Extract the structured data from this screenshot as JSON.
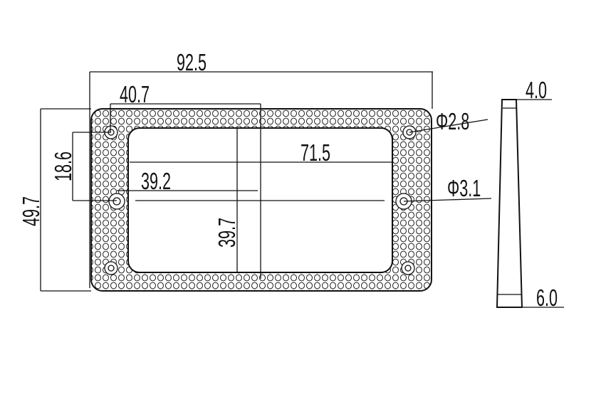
{
  "drawing": {
    "overall_width": "92.5",
    "hole_offset_width": "40.7",
    "overall_height": "49.7",
    "hole_spacing": "18.6",
    "window_width": "71.5",
    "center_offset": "39.2",
    "window_height": "39.7",
    "small_hole_diameter": "Φ2.8",
    "large_hole_diameter": "Φ3.1",
    "thickness_top": "4.0",
    "thickness_bottom": "6.0"
  }
}
